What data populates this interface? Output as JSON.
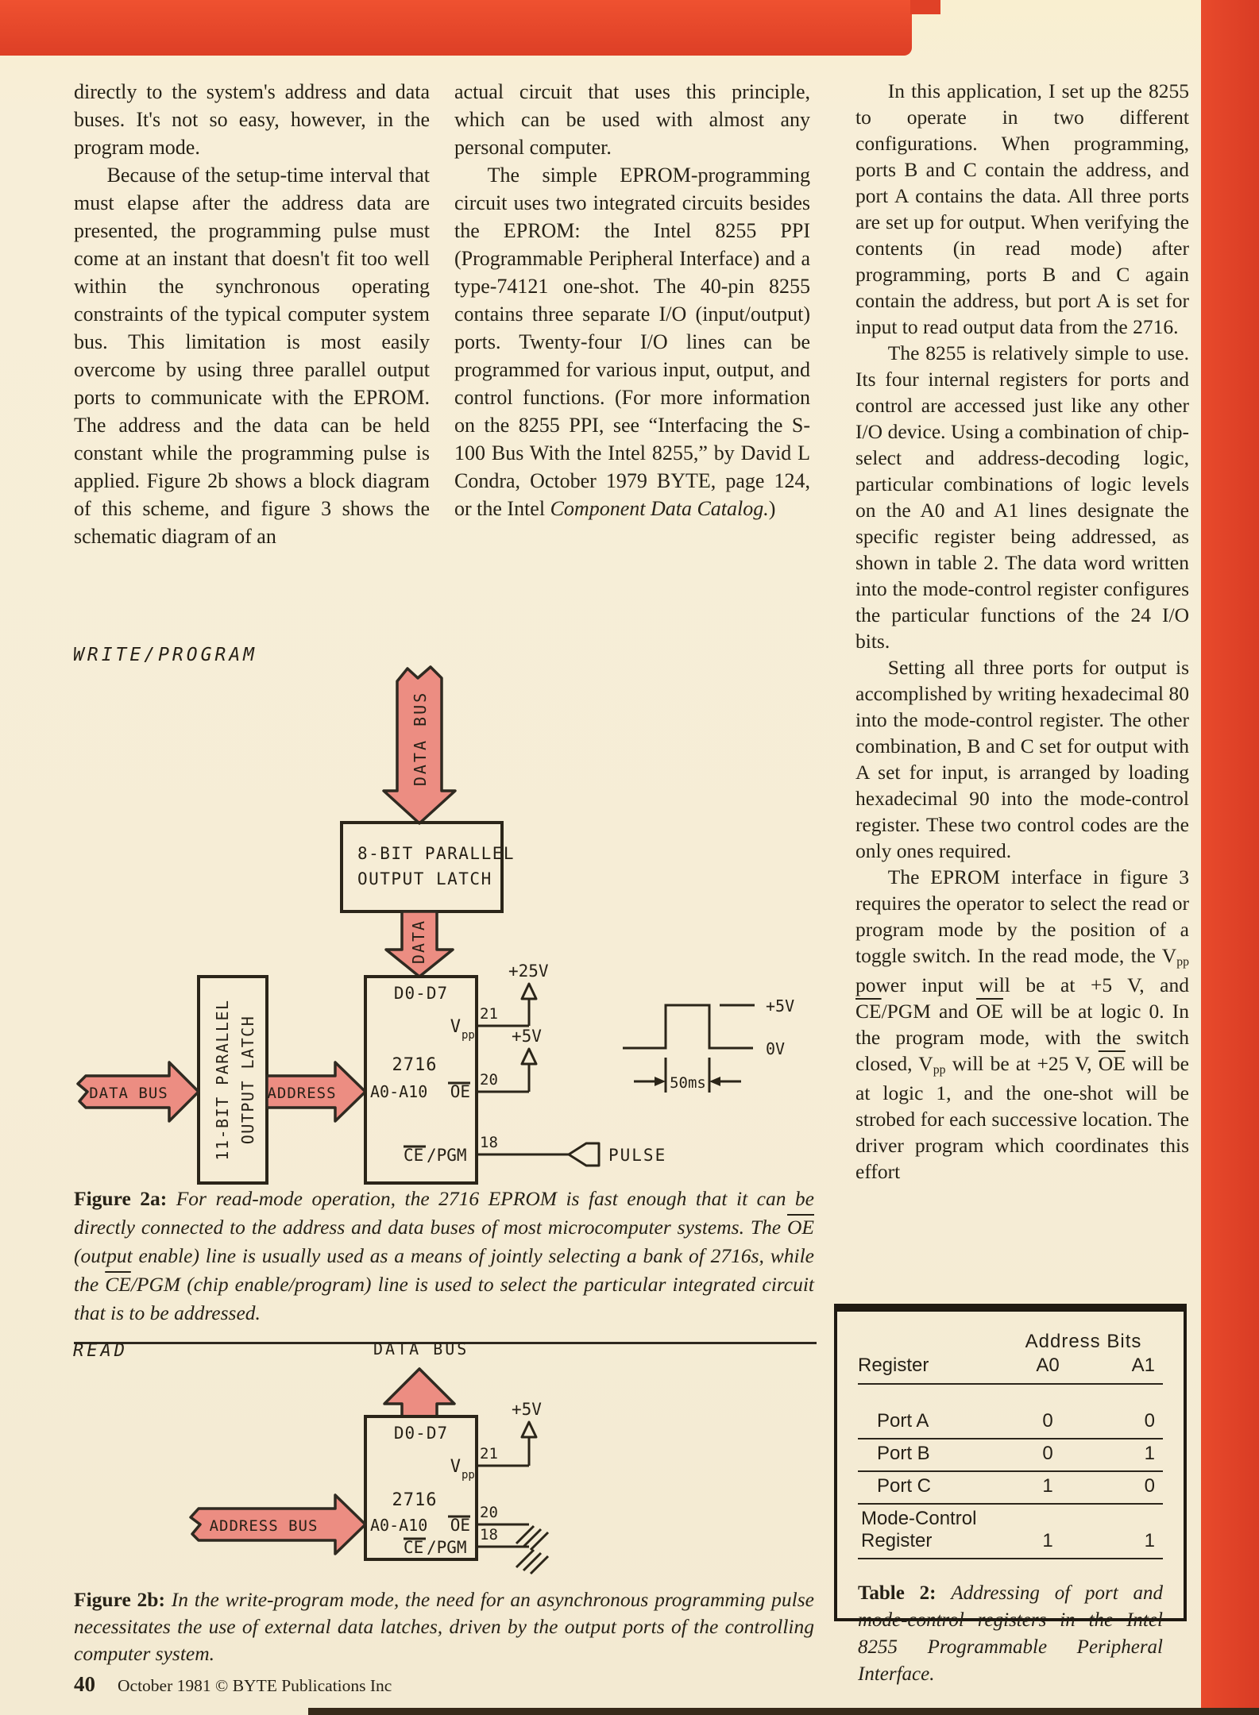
{
  "frame": {
    "top_bar_color": "#e2452a",
    "side_bar_color": "#df4228",
    "paper_color": "#f6edd6",
    "arrow_color": "#ec8d82"
  },
  "article": {
    "col1": [
      {
        "segments": [
          {
            "t": "directly to the system's address and data buses. It's not so easy, however, in the program mode."
          }
        ]
      },
      {
        "ind": "indent",
        "segments": [
          {
            "t": "Because of the setup-time interval that must elapse after the address data are presented, the programming pulse must come at an instant that doesn't fit too well within the synchronous operating constraints of the typical computer system bus. This limitation is most easily overcome by using three parallel output ports to communicate with the EPROM. The address and the data can be held constant while the programming pulse is applied. Figure 2b shows a block diagram of this scheme, and figure 3 shows the schematic diagram of an"
          }
        ]
      }
    ],
    "col2": [
      {
        "segments": [
          {
            "t": "actual circuit that uses this principle, which can be used with almost any personal computer."
          }
        ]
      },
      {
        "ind": "indent",
        "segments": [
          {
            "t": "The simple EPROM-programming circuit uses two integrated circuits besides the EPROM: the Intel 8255 PPI (Programmable Peripheral Interface) and a type-74121 one-shot. The 40-pin 8255 contains three separate I/O (input/output) ports. Twenty-four I/O lines can be programmed for various input, output, and control functions. (For more information on the 8255 PPI, see “Interfacing the S-100 Bus With the Intel 8255,” by David L Condra, October 1979 BYTE, page 124, or the Intel "
          },
          {
            "t": "Component Data Catalog.",
            "cls": "it"
          },
          {
            "t": ")"
          }
        ]
      }
    ],
    "col3": [
      {
        "ind": "indent",
        "segments": [
          {
            "t": "In this application, I set up the 8255 to operate in two different configurations. When programming, ports B and C contain the address, and port A contains the data. All three ports are set up for output. When verifying the contents (in read mode) after programming, ports B and C again contain the address, but port A is set for input to read output data from the 2716."
          }
        ]
      },
      {
        "ind": "indent",
        "segments": [
          {
            "t": "The 8255 is relatively simple to use. Its four internal registers for ports and control are accessed just like any other I/O device. Using a combination of chip-select and address-decoding logic, particular combinations of logic levels on the A0 and A1 lines designate the specific register being addressed, as shown in table 2. The data word written into the mode-control register configures the particular functions of the 24 I/O bits."
          }
        ]
      },
      {
        "ind": "indent",
        "segments": [
          {
            "t": "Setting all three ports for output is accomplished by writing hexadecimal 80 into the mode-control register. The other combination, B and C set for output with A set for input, is arranged by loading hexadecimal 90 into the mode-control register. These two control codes are the only ones required."
          }
        ]
      },
      {
        "ind": "indent",
        "segments": [
          {
            "t": "The EPROM interface in figure 3 requires the operator to select the read or program mode by the position of a toggle switch. In the read mode, the V"
          },
          {
            "t": "pp",
            "cls": "sub"
          },
          {
            "t": " power input will be at +5 V, and "
          },
          {
            "t": "CE",
            "cls": "ov"
          },
          {
            "t": "/PGM and "
          },
          {
            "t": "OE",
            "cls": "ov"
          },
          {
            "t": " will be at logic 0. In the program mode, with the switch closed, V"
          },
          {
            "t": "pp",
            "cls": "sub"
          },
          {
            "t": " will be at +25 V, "
          },
          {
            "t": "OE",
            "cls": "ov"
          },
          {
            "t": " will be at logic 1, and the one-shot will be strobed for each successive location. The driver program which coordinates this effort"
          }
        ]
      }
    ]
  },
  "figure_write": {
    "mode_label": "WRITE/PROGRAM",
    "data_bus_vertical": "DATA BUS",
    "latch8_line1": "8-BIT PARALLEL",
    "latch8_line2": "OUTPUT LATCH",
    "data_label": "DATA",
    "latch11_line1": "11-BIT PARALLEL",
    "latch11_line2": "OUTPUT LATCH",
    "data_bus_left": "DATA BUS",
    "address_label": "ADDRESS",
    "chip": {
      "d0d7": "D0-D7",
      "vpp_v": "V",
      "vpp_sub": "pp",
      "name": "2716",
      "a0a10": "A0-A10",
      "oe": "OE",
      "ce": "CE",
      "pgm": "/PGM"
    },
    "pins": {
      "p21": "21",
      "p20": "20",
      "p18": "18"
    },
    "rails": {
      "vpp_rail": "+25V",
      "oe_rail": "+5V"
    },
    "pulse_label": "PULSE",
    "waveform": {
      "high_label": "+5V",
      "low_label": "0V",
      "width_label": "50ms"
    }
  },
  "figure_read": {
    "mode_label": "READ",
    "data_bus_label": "DATA BUS",
    "address_bus_label": "ADDRESS BUS",
    "chip": {
      "d0d7": "D0-D7",
      "vpp_v": "V",
      "vpp_sub": "pp",
      "name": "2716",
      "a0a10": "A0-A10",
      "oe": "OE",
      "ce": "CE",
      "pgm": "/PGM"
    },
    "pins": {
      "p21": "21",
      "p20": "20",
      "p18": "18"
    },
    "rails": {
      "vpp_rail": "+5V"
    }
  },
  "caption_2a": [
    {
      "t": "Figure 2a: ",
      "cls": "lead"
    },
    {
      "t": "For read-mode operation, the 2716 EPROM is fast enough that it can be directly connected to the address and data buses of most microcomputer systems. The "
    },
    {
      "t": "OE",
      "cls": "ov"
    },
    {
      "t": " (output enable) line is usually used as a means of jointly selecting a bank of 2716s, while the "
    },
    {
      "t": "CE",
      "cls": "ov"
    },
    {
      "t": "/PGM (chip enable/program) line is used to select the particular integrated circuit that is to be addressed."
    }
  ],
  "caption_2b": [
    {
      "t": "Figure 2b: ",
      "cls": "lead"
    },
    {
      "t": "In the write-program mode, the need for an asynchronous programming pulse necessitates the use of external data latches, driven by the output ports of the controlling computer system."
    }
  ],
  "table2": {
    "header_group": "Address Bits",
    "col_register": "Register",
    "col_a0": "A0",
    "col_a1": "A1",
    "rows": [
      {
        "name": "Port A",
        "name2": "",
        "a0": "0",
        "a1": "0"
      },
      {
        "name": "Port B",
        "name2": "",
        "a0": "0",
        "a1": "1"
      },
      {
        "name": "Port C",
        "name2": "",
        "a0": "1",
        "a1": "0"
      },
      {
        "name": "Mode-Control",
        "name2": "Register",
        "a0": "1",
        "a1": "1",
        "cls": "mode-row"
      }
    ],
    "caption": [
      {
        "t": "Table 2: ",
        "cls": "lead"
      },
      {
        "t": "Addressing of port and mode-control registers in the Intel 8255 Programmable Peripheral Interface."
      }
    ]
  },
  "footer": {
    "page_number": "40",
    "credit": "October 1981 © BYTE Publications Inc"
  }
}
